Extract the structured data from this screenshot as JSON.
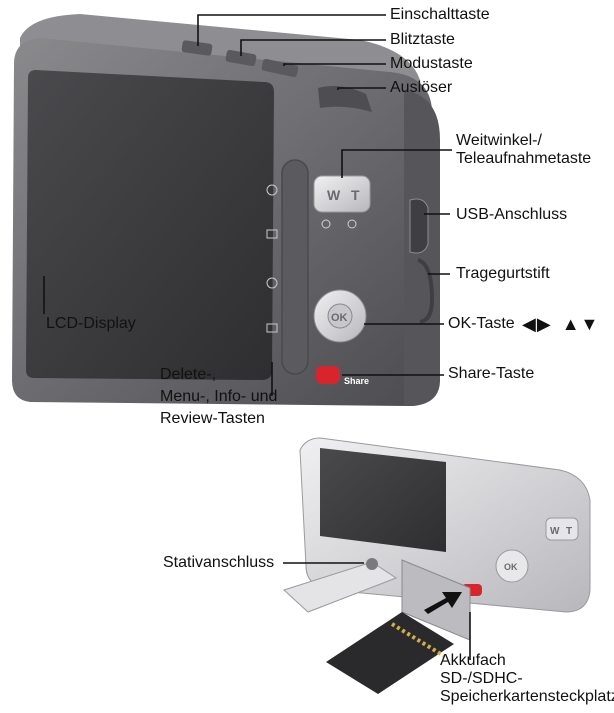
{
  "labels": {
    "einschalttaste": "Einschalttaste",
    "blitztaste": "Blitztaste",
    "modustaste": "Modustaste",
    "ausloeser": "Auslöser",
    "weitwinkel_line1": "Weitwinkel-/",
    "weitwinkel_line2": "Teleaufnahmetaste",
    "usb": "USB-Anschluss",
    "tragegurtstift": "Tragegurtstift",
    "lcd": "LCD-Display",
    "ok_taste": "OK-Taste",
    "share_taste": "Share-Taste",
    "delete_line1": "Delete-,",
    "delete_line2": "Menu-, Info- und",
    "delete_line3": "Review-Tasten",
    "stativ": "Stativanschluss",
    "akkufach": "Akkufach",
    "sd_line1": "SD-/SDHC-",
    "sd_line2": "Speicherkartensteckplatz"
  },
  "camera_top": {
    "zoom_w": "W",
    "zoom_t": "T",
    "ok_button": "OK",
    "share_button": "Share"
  },
  "camera_bottom": {
    "zoom_w": "W",
    "zoom_t": "T",
    "ok_button": "OK"
  },
  "icons": {
    "ok_arrows": [
      "arrow-left-icon",
      "arrow-right-icon",
      "arrow-up-icon",
      "arrow-down-icon"
    ]
  },
  "colors": {
    "body": "#6f6f72",
    "body_dark": "#4a4a4d",
    "screen": "#3a3a3c",
    "share_red": "#d8252d",
    "silver": "#d4d4d6"
  }
}
